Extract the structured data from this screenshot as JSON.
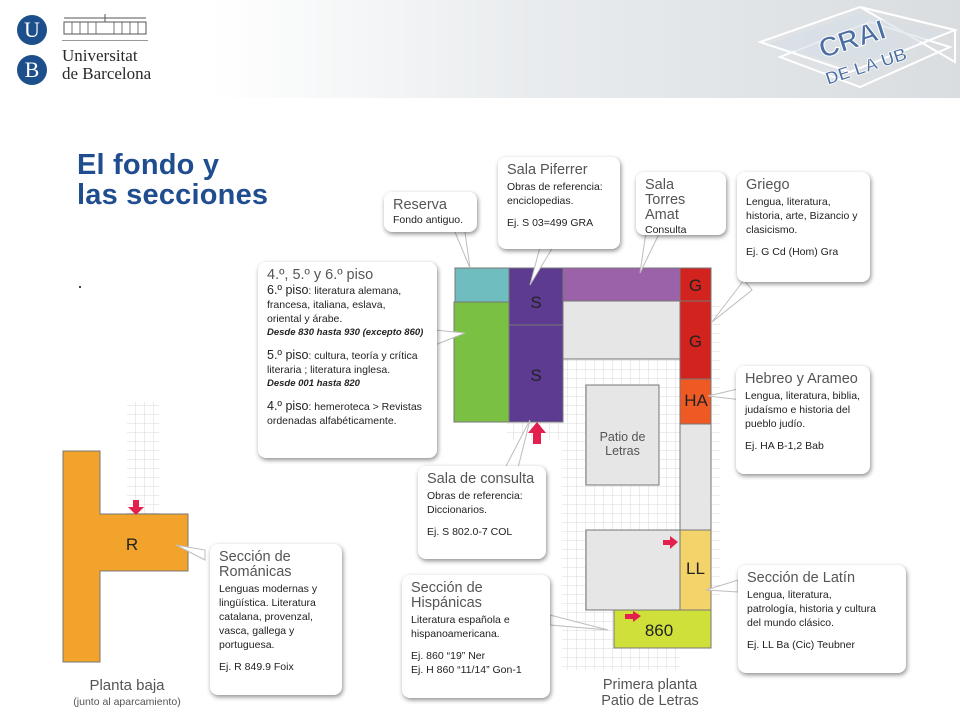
{
  "header": {
    "ub_letter_1": "U",
    "ub_letter_2": "B",
    "ub_name_line1": "Universitat",
    "ub_name_line2": "de Barcelona",
    "crai_line1": "CRAI",
    "crai_line2": "DE LA UB"
  },
  "title_line1": "El fondo y",
  "title_line2": "las secciones",
  "colors": {
    "title": "#1f4d8f",
    "reserva": "#6fbdbf",
    "piso_green": "#7ac143",
    "sala_s": "#5d3b91",
    "torres_amat": "#9b62a9",
    "griego": "#d2231e",
    "hebreo": "#ef5a24",
    "latin": "#f3d36a",
    "hispanicas": "#cfe03b",
    "romanicas": "#f2a32b"
  },
  "map": {
    "s1": "S",
    "s2": "S",
    "g1": "G",
    "g2": "G",
    "ha": "HA",
    "ll": "LL",
    "h860": "860",
    "r": "R",
    "patio_line1": "Patio de",
    "patio_line2": "Letras"
  },
  "boxes": {
    "reserva": {
      "title": "Reserva",
      "sub": "Fondo antiguo."
    },
    "piferrer": {
      "title": "Sala Piferrer",
      "sub1": "Obras de referencia:",
      "sub2": "enciclopedias.",
      "ex": "Ej. S 03=499 GRA"
    },
    "torres": {
      "title1": "Sala Torres",
      "title2": "Amat",
      "sub": "Consulta"
    },
    "griego": {
      "title": "Griego",
      "l1": "Lengua, literatura,",
      "l2": "historia, arte, Bizancio y",
      "l3": "clasicismo.",
      "ex": "Ej. G Cd (Hom) Gra"
    },
    "pisos": {
      "title": "4.º, 5.º y 6.º piso",
      "p6": "6.º piso",
      "p6_text1": ": literatura alemana,",
      "p6_text2": "francesa, italiana, eslava,",
      "p6_text3": "oriental y árabe.",
      "p6_range": "Desde 830 hasta 930 (excepto 860)",
      "p5": "5.º piso",
      "p5_text1": ": cultura, teoría y crítica",
      "p5_text2": "literaria ; literatura inglesa.",
      "p5_range": "Desde 001 hasta 820",
      "p4": "4.º piso",
      "p4_text1": ": hemeroteca > Revistas",
      "p4_text2": "ordenadas alfabéticamente."
    },
    "hebreo": {
      "title": "Hebreo y Arameo",
      "l1": "Lengua, literatura, biblia,",
      "l2": "judaísmo e historia del",
      "l3": "pueblo judío.",
      "ex": "Ej. HA B-1,2 Bab"
    },
    "consulta": {
      "title": "Sala de consulta",
      "l1": "Obras de referencia:",
      "l2": "Diccionarios.",
      "ex": "Ej. S 802.0-7 COL"
    },
    "romanicas": {
      "title1": "Sección de",
      "title2": "Románicas",
      "l1": "Lenguas modernas y",
      "l2": "lingüística. Literatura",
      "l3": "catalana, provenzal,",
      "l4": "vasca, gallega y",
      "l5": "portuguesa.",
      "ex": "Ej. R 849.9 Foix"
    },
    "hispanicas": {
      "title1": "Sección de",
      "title2": "Hispánicas",
      "l1": "Literatura española e",
      "l2": "hispanoamericana.",
      "ex1": "Ej. 860 “19” Ner",
      "ex2": "Ej. H 860 “11/14” Gon-1"
    },
    "latin": {
      "title": "Sección de Latín",
      "l1": "Lengua, literatura,",
      "l2": "patrología, historia y cultura",
      "l3": "del mundo clásico.",
      "ex": "Ej. LL Ba (Cic) Teubner"
    }
  },
  "captions": {
    "planta_baja": "Planta baja",
    "planta_baja_sub": "(junto al aparcamiento)",
    "primera_line1": "Primera planta",
    "primera_line2": "Patio de Letras"
  }
}
